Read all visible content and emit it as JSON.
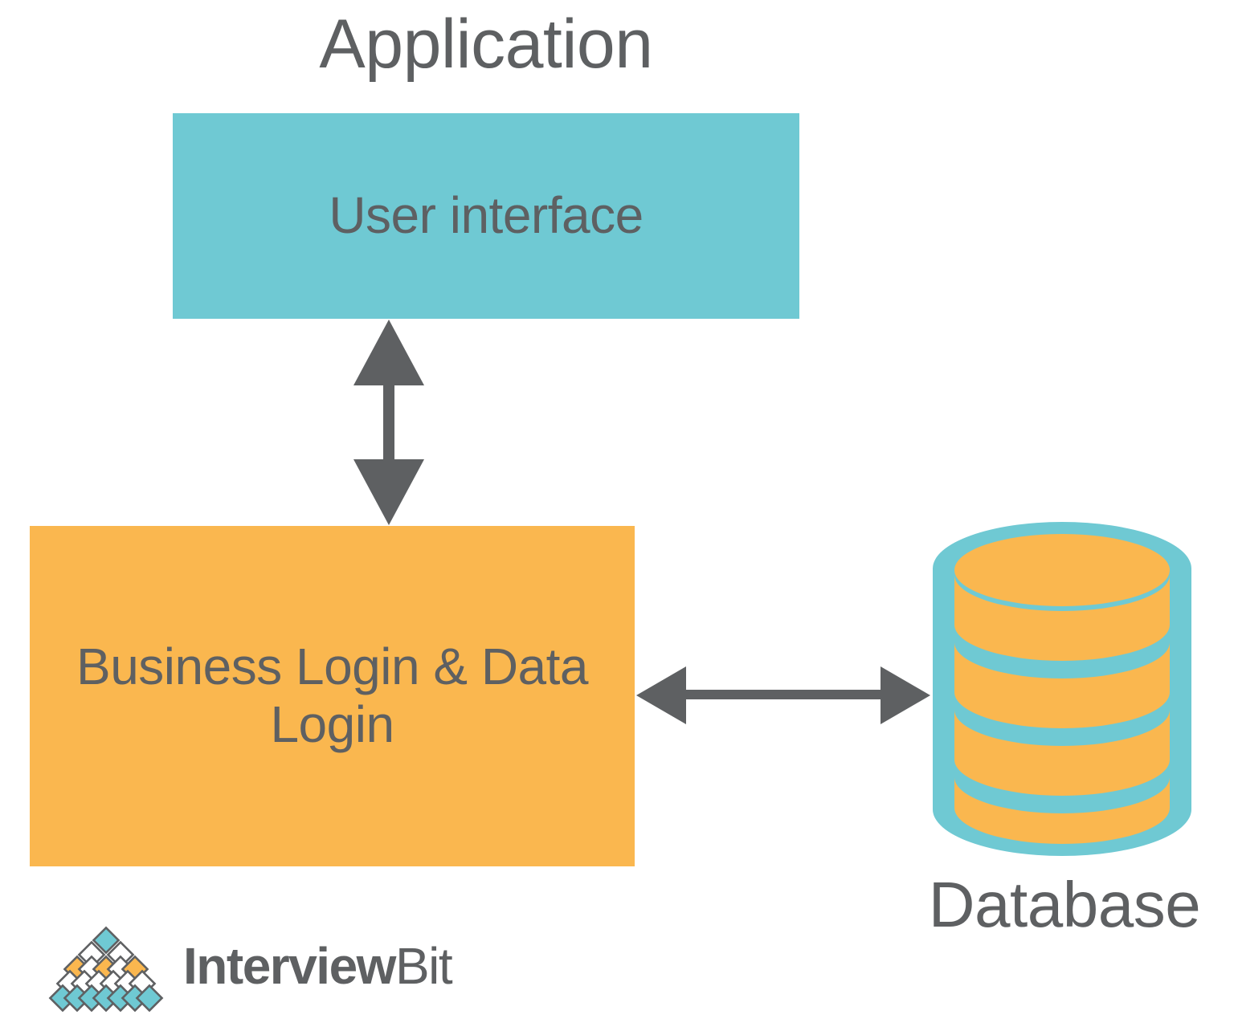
{
  "diagram": {
    "title": "Application",
    "type": "three-tier-architecture-diagram",
    "nodes": [
      {
        "id": "user-interface",
        "label": "User interface",
        "shape": "rectangle",
        "fill": "#6FC9D3"
      },
      {
        "id": "business-logic",
        "label": "Business Login & Data Login",
        "shape": "rectangle",
        "fill": "#FAB74F"
      },
      {
        "id": "database",
        "label": "Database",
        "shape": "cylinder",
        "fill": "#FAB74F",
        "stroke": "#6FC9D3",
        "disc_count": 4
      }
    ],
    "connectors": [
      {
        "id": "ui-to-logic",
        "from": "user-interface",
        "to": "business-logic",
        "orientation": "vertical",
        "style": "double-headed-arrow",
        "color": "#5E6062"
      },
      {
        "id": "logic-to-database",
        "from": "business-logic",
        "to": "database",
        "orientation": "horizontal",
        "style": "double-headed-arrow",
        "color": "#5E6062"
      }
    ]
  },
  "logo": {
    "name": "InterviewBit",
    "word_strong": "Interview",
    "word_light": "Bit",
    "mark": "diamond-pyramid",
    "mark_colors": {
      "teal": "#6FC9D3",
      "orange": "#FAB74F",
      "outline": "#5E6062",
      "empty": "#FFFFFF"
    }
  },
  "palette": {
    "teal": "#6FC9D3",
    "orange": "#FAB74F",
    "gray": "#5E6062",
    "background": "#FFFFFF"
  }
}
